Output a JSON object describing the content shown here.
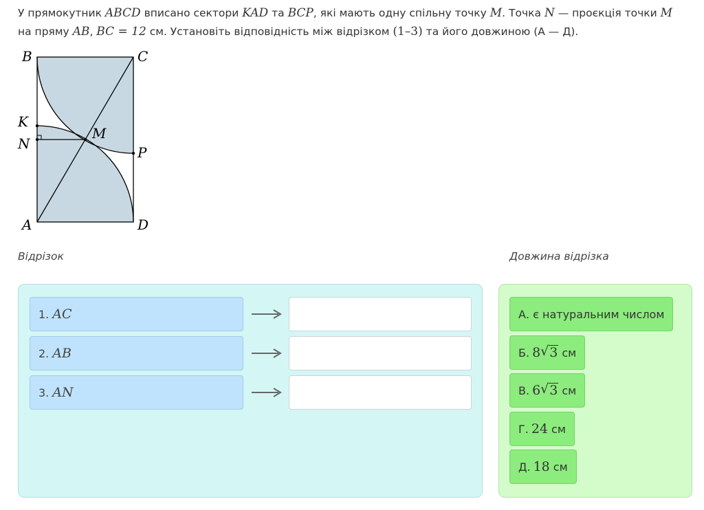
{
  "question": {
    "p1": "У прямокутник ",
    "m1": "ABCD",
    "p2": " вписано сектори ",
    "m2": "KAD",
    "p3": " та ",
    "m3": "BCP",
    "p4": ", які мають одну спільну точку ",
    "m4": "M",
    "p5": ". Точка ",
    "m5": "N",
    "p6": " — проєкція точки ",
    "m6": "M",
    "p7": " на пряму ",
    "m7": "AB",
    "p8": ", ",
    "m8": "BC = 12",
    "p9": " см. Установіть відповідність між відрізком ",
    "m9": "(1–3)",
    "p10": " та його довжиною (А — Д)."
  },
  "figure": {
    "labels": {
      "B": "B",
      "C": "C",
      "K": "K",
      "M": "M",
      "N": "N",
      "P": "P",
      "A": "A",
      "D": "D"
    },
    "fill_color": "#c8d8e2",
    "line_color": "#000000"
  },
  "columns": {
    "left_label": "Відрізок",
    "right_label": "Довжина відрізка"
  },
  "segments": [
    {
      "num": "1.",
      "name": "AC"
    },
    {
      "num": "2.",
      "name": "AB"
    },
    {
      "num": "3.",
      "name": "AN"
    }
  ],
  "answers": [
    {
      "letter": "А.",
      "text": "є натуральним числом"
    },
    {
      "letter": "Б.",
      "coef": "8",
      "radicand": "3",
      "unit": "см"
    },
    {
      "letter": "В.",
      "coef": "6",
      "radicand": "3",
      "unit": "см"
    },
    {
      "letter": "Г.",
      "value": "24",
      "unit": "см"
    },
    {
      "letter": "Д.",
      "value": "18",
      "unit": "см"
    }
  ],
  "colors": {
    "left_panel": "#d4f7f6",
    "right_panel": "#d4fccb",
    "segment_box": "#bfe3fc",
    "answer_box": "#8cec7d"
  }
}
